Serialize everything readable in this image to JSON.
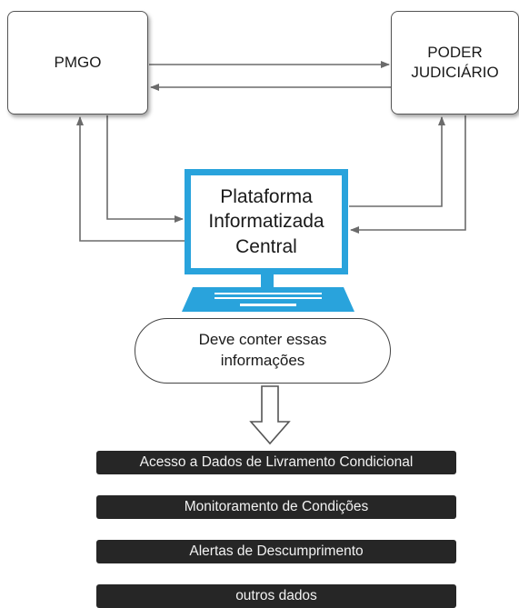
{
  "nodes": {
    "pmgo": "PMGO",
    "poder_line1": "PODER",
    "poder_line2": "JUDICIÁRIO",
    "platform_line1": "Plataforma",
    "platform_line2": "Informatizada",
    "platform_line3": "Central",
    "must_contain_line1": "Deve conter essas",
    "must_contain_line2": "informações"
  },
  "items": [
    "Acesso a Dados de Livramento Condicional",
    "Monitoramento de Condições",
    "Alertas de Descumprimento",
    "outros dados"
  ],
  "colors": {
    "monitor_blue": "#29a3dc",
    "bar_background": "#262626",
    "arrow_gray": "#6b6b6b"
  }
}
